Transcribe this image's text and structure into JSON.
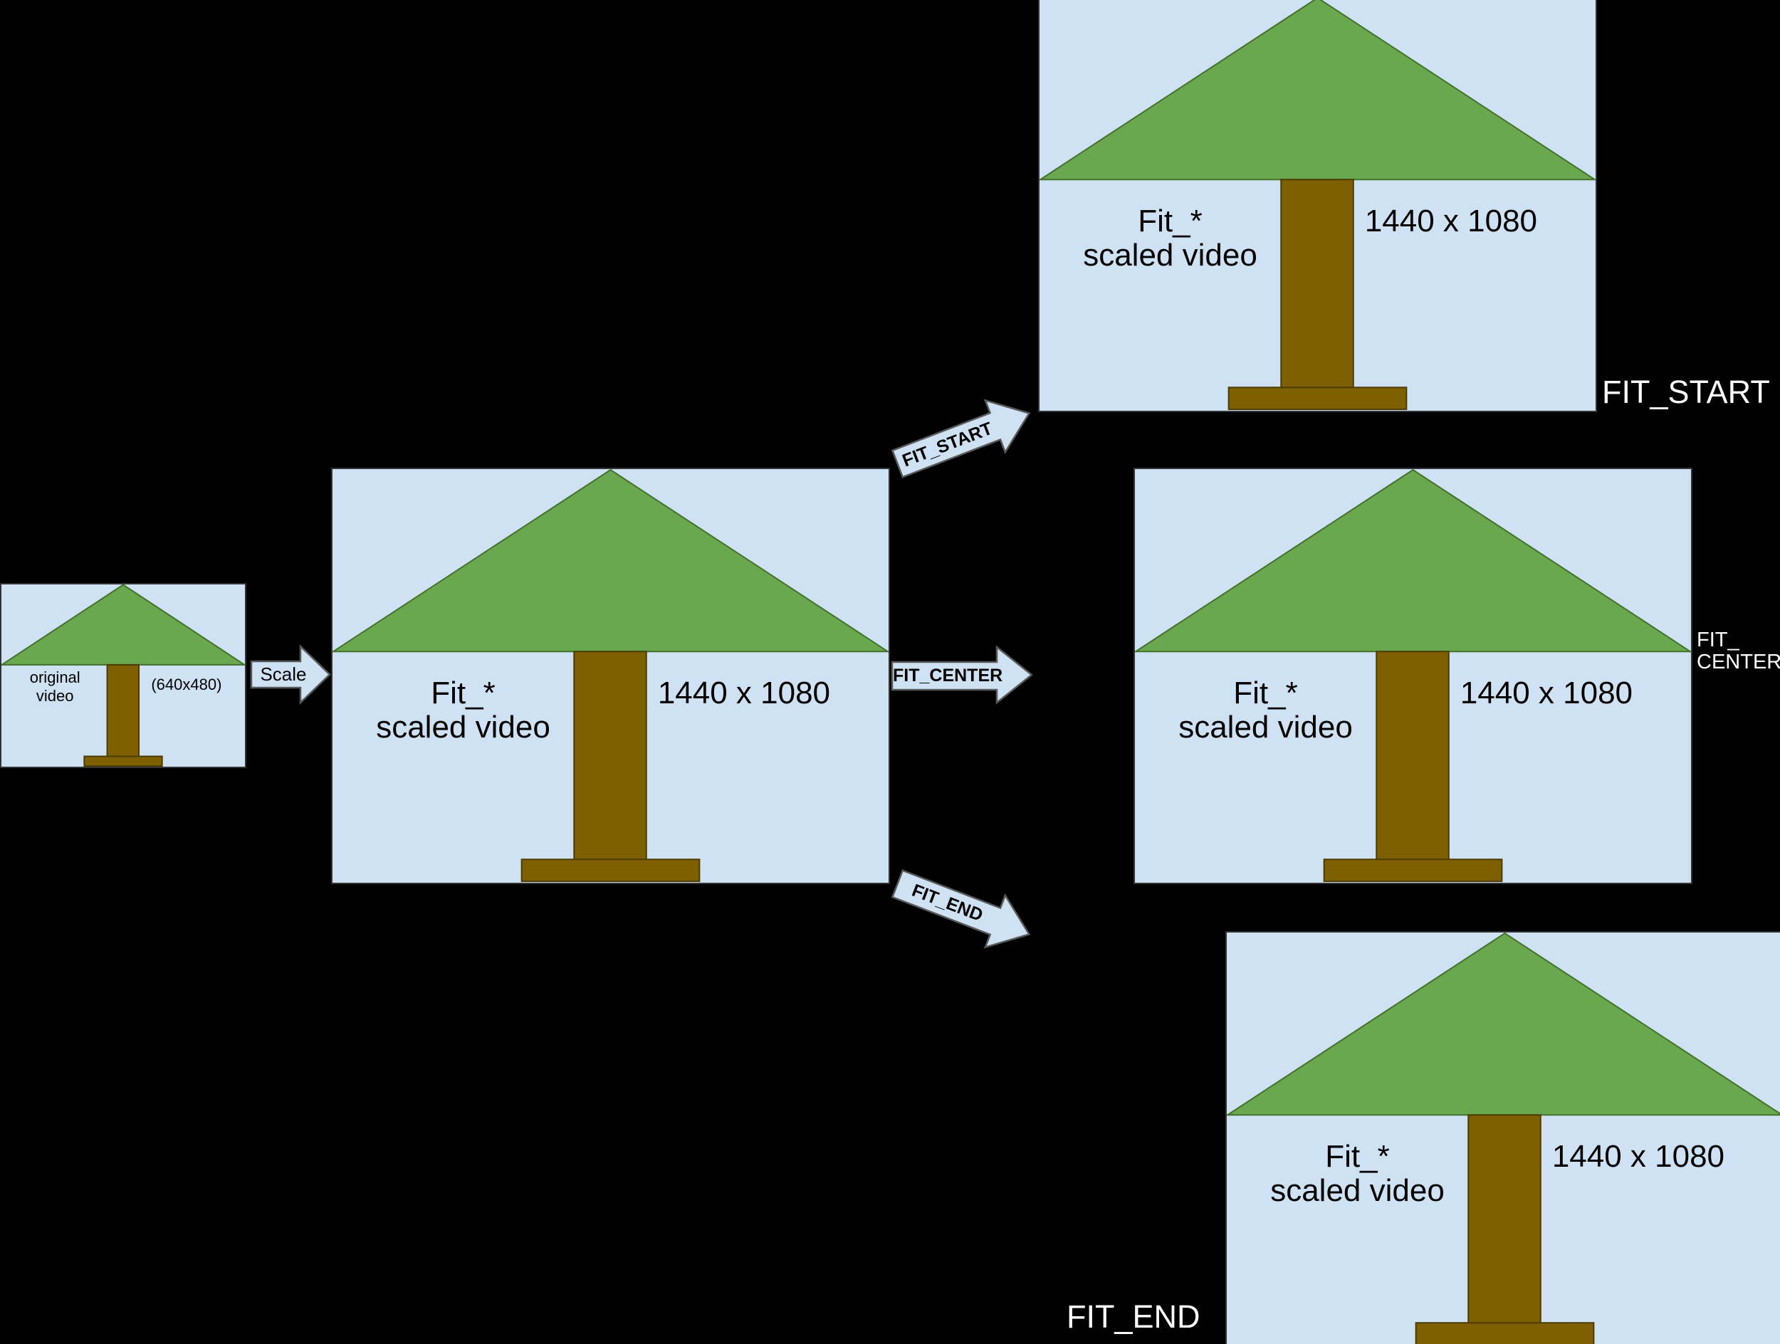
{
  "canvas": {
    "background": "#000000"
  },
  "colors": {
    "frame_fill": "#cfe2f3",
    "frame_border": "#333333",
    "canopy_green": "#6aa84f",
    "canopy_border": "#44722c",
    "wood_brown": "#7f6000",
    "wood_border": "#4d3c00",
    "arrow_fill": "#cfe2f3",
    "arrow_border": "#595959",
    "mode_label_text": "#ffffff",
    "frame_text": "#000000"
  },
  "original_frame": {
    "caption_line1": "original",
    "caption_line2": "video",
    "dimensions": "(640x480)"
  },
  "scaled_frame": {
    "caption_line1": "Fit_*",
    "caption_line2": "scaled video",
    "dimensions": "1440 x 1080"
  },
  "arrows": {
    "scale_label": "Scale",
    "fit_start_label": "FIT_START",
    "fit_center_label": "FIT_CENTER",
    "fit_end_label": "FIT_END"
  },
  "output_labels": {
    "fit_start": "FIT_START",
    "fit_center_line1": "FIT_",
    "fit_center_line2": "CENTER",
    "fit_end": "FIT_END"
  }
}
